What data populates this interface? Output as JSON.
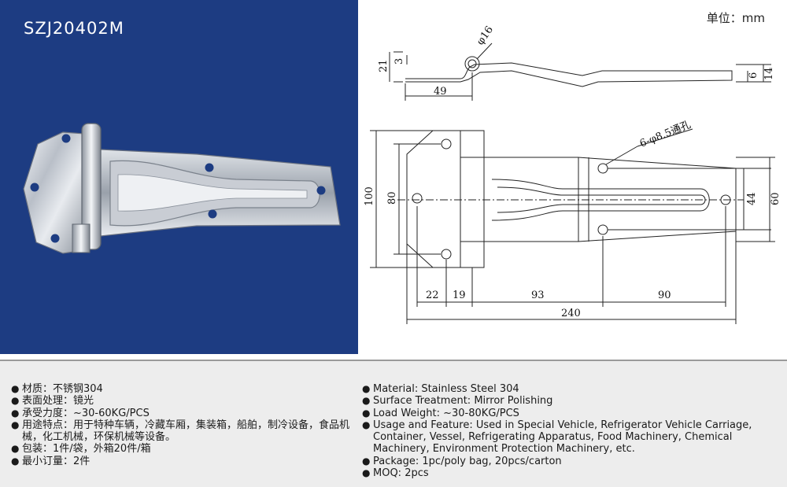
{
  "product": {
    "model": "SZJ20402M"
  },
  "drawing": {
    "unit": "单位：mm",
    "dims": {
      "d16": "φ16",
      "d21": "21",
      "d3": "3",
      "d49": "49",
      "d6": "6",
      "d14": "14",
      "holes": "6-φ8.5通孔",
      "d100": "100",
      "d80": "80",
      "d44": "44",
      "d60": "60",
      "d22": "22",
      "d19": "19",
      "d93": "93",
      "d90": "90",
      "d240": "240"
    }
  },
  "specs_cn": [
    "材质：不锈钢304",
    "表面处理：镜光",
    "承受力度：~30-60KG/PCS",
    "用途特点：用于特种车辆，冷藏车厢，集装箱，船舶，制冷设备，食品机械，化工机械，环保机械等设备。",
    "包装：1件/袋，外箱20件/箱",
    "最小订量：2件"
  ],
  "specs_en": [
    "Material: Stainless Steel 304",
    "Surface Treatment: Mirror Polishing",
    "Load Weight: ~30-80KG/PCS",
    "Usage and Feature: Used in Special Vehicle, Refrigerator Vehicle Carriage, Container, Vessel, Refrigerating Apparatus, Food Machinery, Chemical Machinery, Environment Protection Machinery, etc.",
    "Package: 1pc/poly bag, 20pcs/carton",
    "MOQ: 2pcs"
  ],
  "bullet_symbol": "●"
}
